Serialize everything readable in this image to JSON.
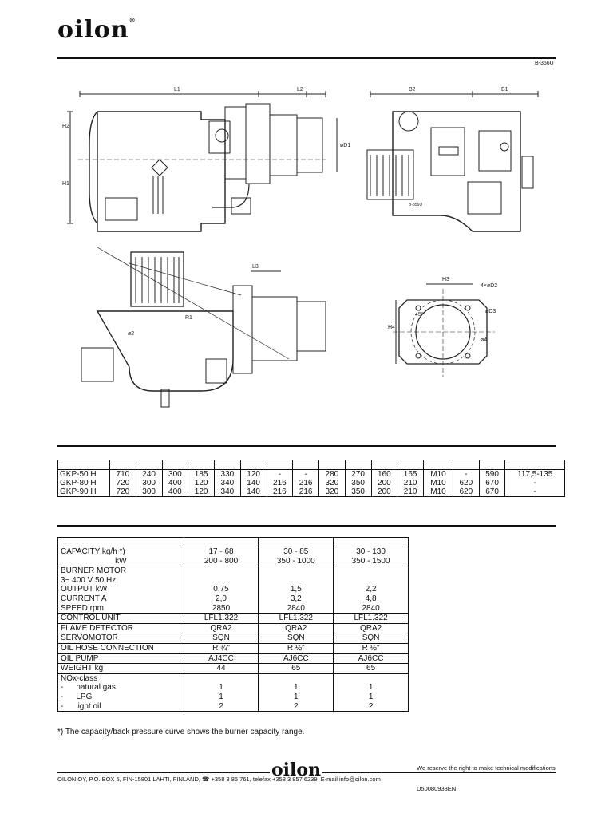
{
  "header": {
    "brand": "oilon",
    "trademark": "®",
    "drawing_ref": "B-356U"
  },
  "drawing_labels": {
    "L1": "L1",
    "L2": "L2",
    "L3": "L3",
    "B1": "B1",
    "B2": "B2",
    "H1": "H1",
    "H2": "H2",
    "H3": "H3",
    "H4": "H4",
    "D1": "øD1",
    "D2": "4×øD2",
    "D3": "øD3",
    "D4": "ø4",
    "R1": "R1",
    "phi2": "ø2",
    "angle": "45°",
    "inner_ref": "B-356U"
  },
  "dimensions_table": {
    "header_cells": [
      "",
      "",
      "",
      "",
      "",
      "",
      "",
      "",
      "",
      "",
      "",
      "",
      "",
      "",
      "",
      "",
      "",
      ""
    ],
    "rows": [
      [
        "GKP-50 H",
        "710",
        "240",
        "300",
        "185",
        "330",
        "120",
        "-",
        "-",
        "280",
        "270",
        "160",
        "165",
        "M10",
        "-",
        "590",
        "117,5-135"
      ],
      [
        "GKP-80 H",
        "720",
        "300",
        "400",
        "120",
        "340",
        "140",
        "216",
        "216",
        "320",
        "350",
        "200",
        "210",
        "M10",
        "620",
        "670",
        "-"
      ],
      [
        "GKP-90 H",
        "720",
        "300",
        "400",
        "120",
        "340",
        "140",
        "216",
        "216",
        "320",
        "350",
        "200",
        "210",
        "M10",
        "620",
        "670",
        "-"
      ]
    ]
  },
  "spec_table": {
    "capacity_label": "CAPACITY kg/h  *)",
    "kw_label": "kW",
    "capacity_kgh": [
      "17 - 68",
      "30 - 85",
      "30 - 130"
    ],
    "capacity_kw": [
      "200 - 800",
      "350 - 1000",
      "350 - 1500"
    ],
    "motor_label": "BURNER MOTOR",
    "motor_supply": "3~ 400 V  50 Hz",
    "output_label": "OUTPUT kW",
    "current_label": "CURRENT A",
    "speed_label": "SPEED rpm",
    "output": [
      "0,75",
      "1,5",
      "2,2"
    ],
    "current": [
      "2,0",
      "3,2",
      "4,8"
    ],
    "speed": [
      "2850",
      "2840",
      "2840"
    ],
    "rows": [
      {
        "label": "CONTROL UNIT",
        "values": [
          "LFL1.322",
          "LFL1.322",
          "LFL1.322"
        ]
      },
      {
        "label": "FLAME DETECTOR",
        "values": [
          "QRA2",
          "QRA2",
          "QRA2"
        ]
      },
      {
        "label": "SERVOMOTOR",
        "values": [
          "SQN",
          "SQN",
          "SQN"
        ]
      },
      {
        "label": "OIL HOSE CONNECTION",
        "values": [
          "R ¾\"",
          "R ½\"",
          "R ½\""
        ]
      },
      {
        "label": "OIL PUMP",
        "values": [
          "AJ4CC",
          "AJ6CC",
          "AJ6CC"
        ]
      },
      {
        "label": "WEIGHT kg",
        "values": [
          "44",
          "65",
          "65"
        ]
      }
    ],
    "nox_label": "NOx-class",
    "nox_rows": [
      {
        "label": "natural gas",
        "values": [
          "1",
          "1",
          "1"
        ]
      },
      {
        "label": "LPG",
        "values": [
          "1",
          "1",
          "1"
        ]
      },
      {
        "label": "light oil",
        "values": [
          "2",
          "2",
          "2"
        ]
      }
    ],
    "dash": "-",
    "footnote": "*) The capacity/back pressure curve shows the burner capacity range."
  },
  "footer": {
    "brand": "oilon",
    "reserve": "We reserve the right to make technical modifications",
    "address": "OILON OY, P.O. BOX 5, FIN-15801 LAHTI, FINLAND,",
    "phone_icon": "phone-icon",
    "contacts": "+358 3 85 761, telefax +358 3 857 6239, E-mail info@oilon.com",
    "doc_no": "D50080933EN"
  }
}
